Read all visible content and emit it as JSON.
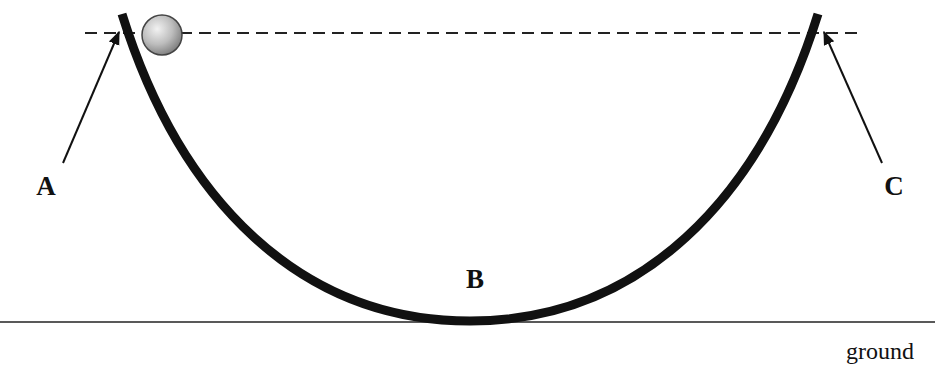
{
  "diagram": {
    "labels": [
      "A",
      "B",
      "C",
      "ground"
    ]
  }
}
